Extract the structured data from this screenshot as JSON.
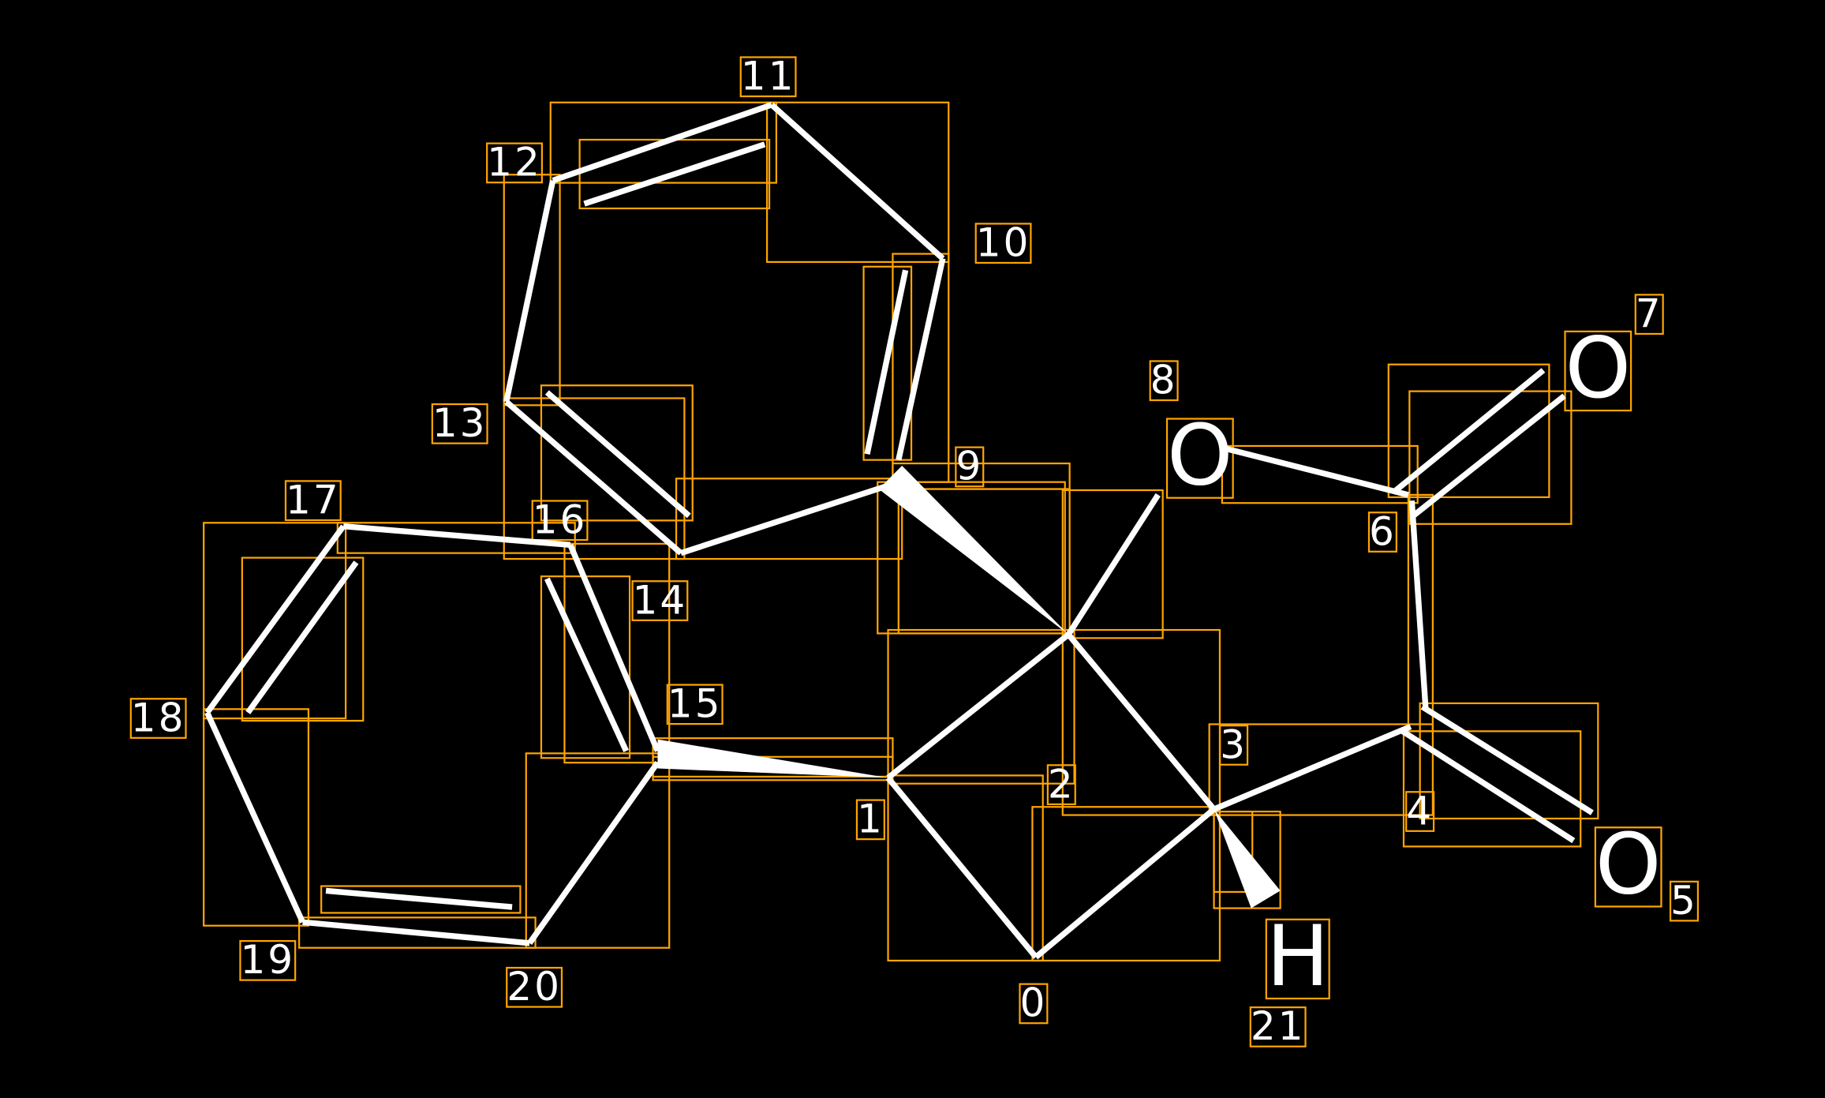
{
  "colors": {
    "background": "#000000",
    "bond": "#FFFFFF",
    "box": "#FFA500",
    "text": "#FFFFFF"
  },
  "atom_symbols": {
    "o5": "O",
    "o7": "O",
    "o8": "O",
    "h21": "H"
  },
  "indices": [
    "0",
    "1",
    "2",
    "3",
    "4",
    "5",
    "6",
    "7",
    "8",
    "9",
    "10",
    "11",
    "12",
    "13",
    "14",
    "15",
    "16",
    "17",
    "18",
    "19",
    "20",
    "21"
  ]
}
